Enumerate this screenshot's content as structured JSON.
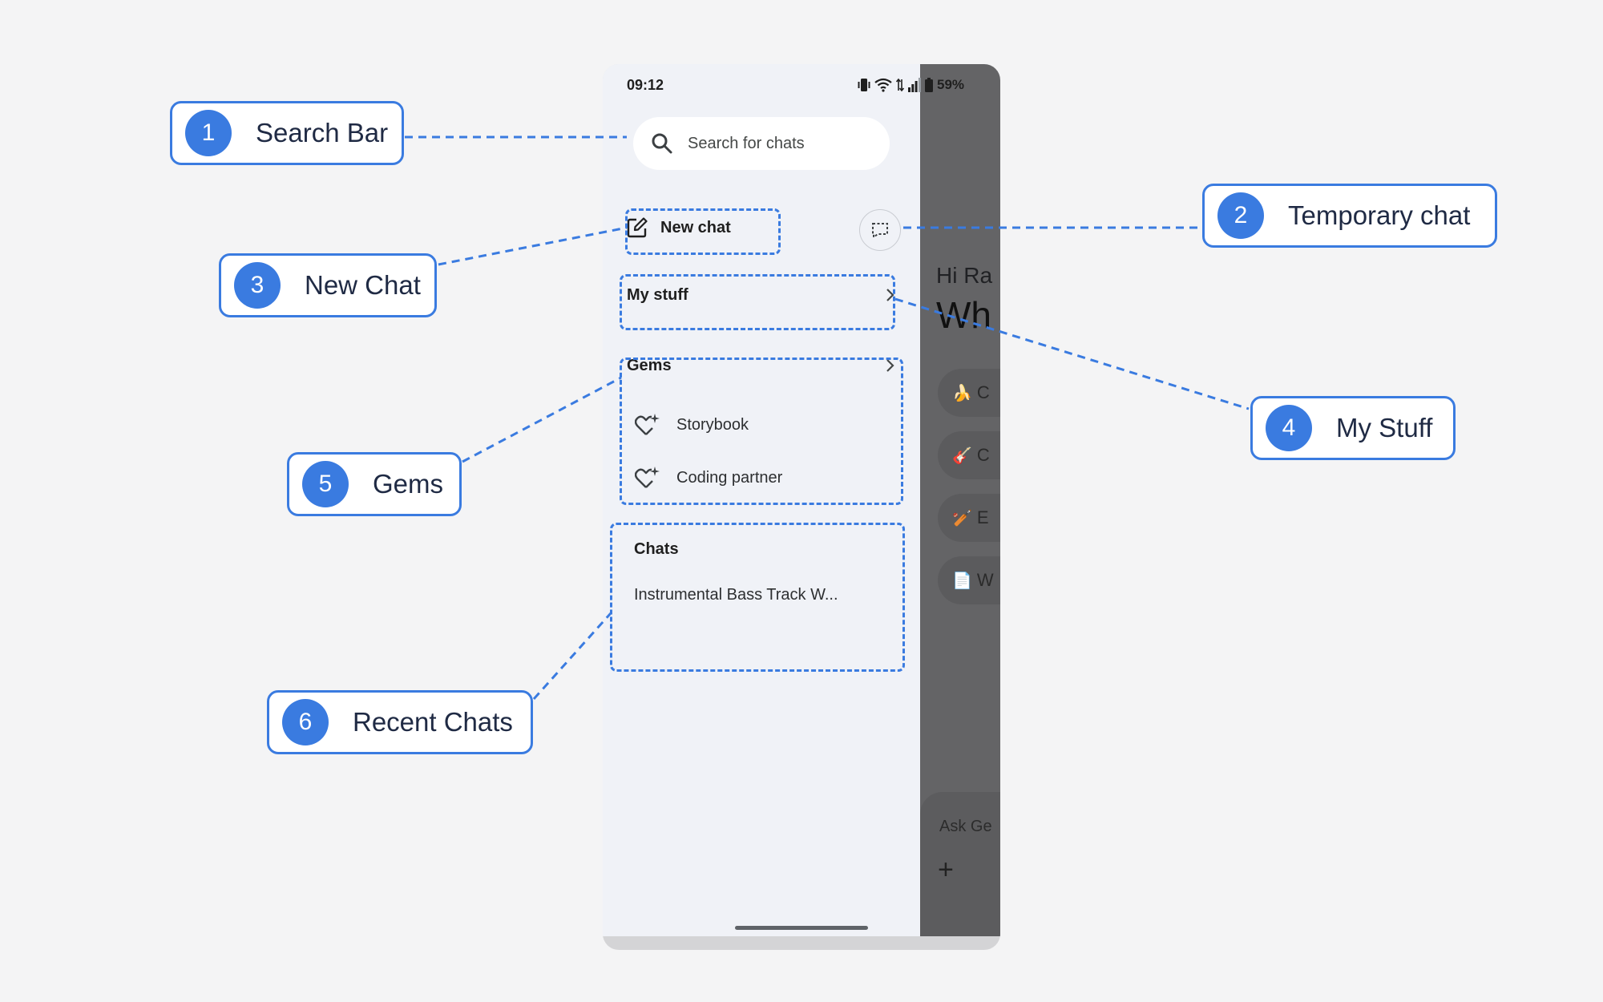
{
  "status_bar": {
    "time": "09:12",
    "battery": "59%"
  },
  "search": {
    "placeholder": "Search for chats"
  },
  "new_chat": {
    "label": "New chat"
  },
  "my_stuff": {
    "label": "My stuff"
  },
  "gems": {
    "label": "Gems",
    "items": [
      {
        "label": "Storybook"
      },
      {
        "label": "Coding partner"
      }
    ]
  },
  "chats": {
    "label": "Chats",
    "items": [
      {
        "label": "Instrumental Bass Track W..."
      }
    ]
  },
  "background_app": {
    "greeting": "Hi Ra",
    "headline": "Wh",
    "suggestions": [
      {
        "letter": "C"
      },
      {
        "letter": "C"
      },
      {
        "letter": "E"
      },
      {
        "letter": "W"
      }
    ],
    "input_placeholder": "Ask Ge"
  },
  "callouts": [
    {
      "number": "1",
      "label": "Search Bar"
    },
    {
      "number": "2",
      "label": "Temporary chat"
    },
    {
      "number": "3",
      "label": "New Chat"
    },
    {
      "number": "4",
      "label": "My Stuff"
    },
    {
      "number": "5",
      "label": "Gems"
    },
    {
      "number": "6",
      "label": "Recent Chats"
    }
  ],
  "colors": {
    "callout_blue": "#3a7be0",
    "drawer_bg": "#f0f2f7",
    "scrim": "#646466",
    "page_bg": "#f4f4f5"
  }
}
